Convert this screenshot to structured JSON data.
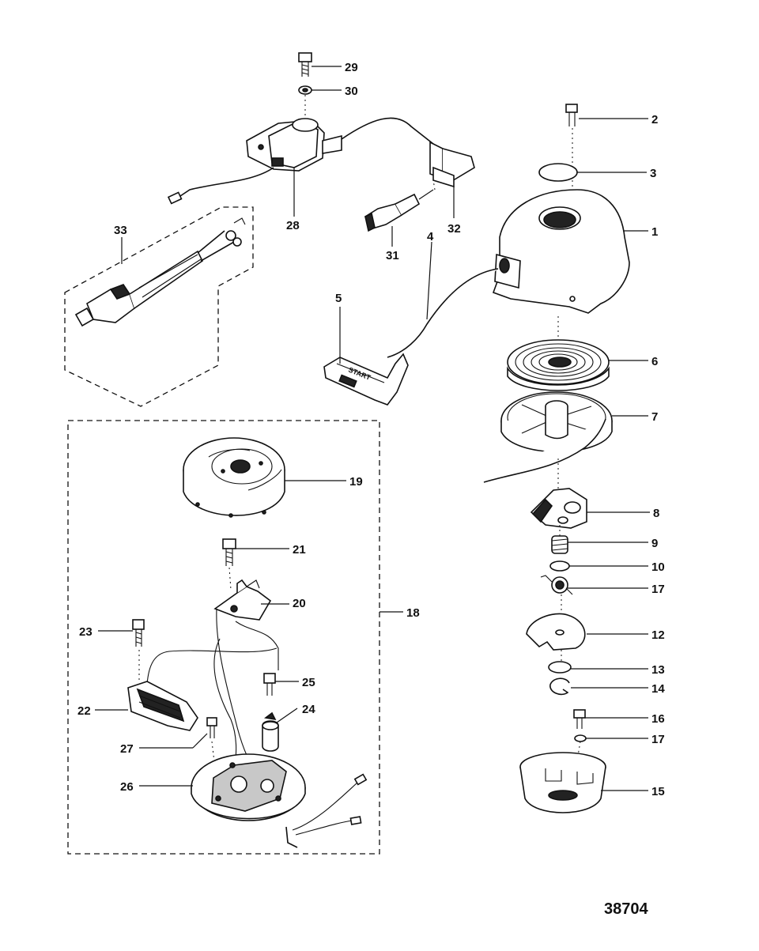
{
  "diagram": {
    "figure_number": "38704",
    "stamp_text": "START",
    "callouts": [
      "1",
      "2",
      "3",
      "4",
      "5",
      "6",
      "7",
      "8",
      "9",
      "10",
      "17",
      "12",
      "13",
      "14",
      "16",
      "17",
      "15",
      "18",
      "19",
      "20",
      "21",
      "22",
      "23",
      "24",
      "25",
      "26",
      "27",
      "28",
      "29",
      "30",
      "31",
      "32",
      "33"
    ]
  }
}
